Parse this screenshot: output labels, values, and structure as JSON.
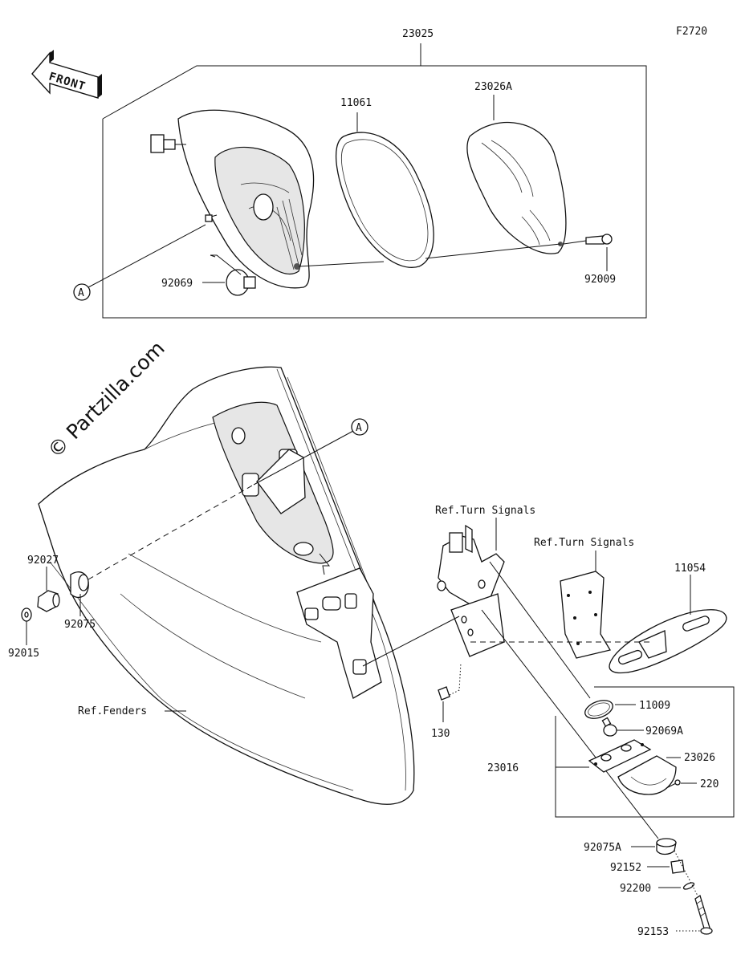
{
  "diagram_id": "F2720",
  "front_label": "FRONT",
  "watermark": "© Partzilla.com",
  "callout_a": "A",
  "parts": {
    "p23025": "23025",
    "p11061": "11061",
    "p23026A": "23026A",
    "p92009": "92009",
    "p92069": "92069",
    "p92027": "92027",
    "p92075": "92075",
    "p92015": "92015",
    "p11054": "11054",
    "p130": "130",
    "p11009": "11009",
    "p92069A": "92069A",
    "p23026": "23026",
    "p23016": "23016",
    "p220": "220",
    "p92075A": "92075A",
    "p92152": "92152",
    "p92200": "92200",
    "p92153": "92153"
  },
  "refs": {
    "turn_signals_1": "Ref.Turn Signals",
    "turn_signals_2": "Ref.Turn Signals",
    "fenders": "Ref.Fenders"
  }
}
